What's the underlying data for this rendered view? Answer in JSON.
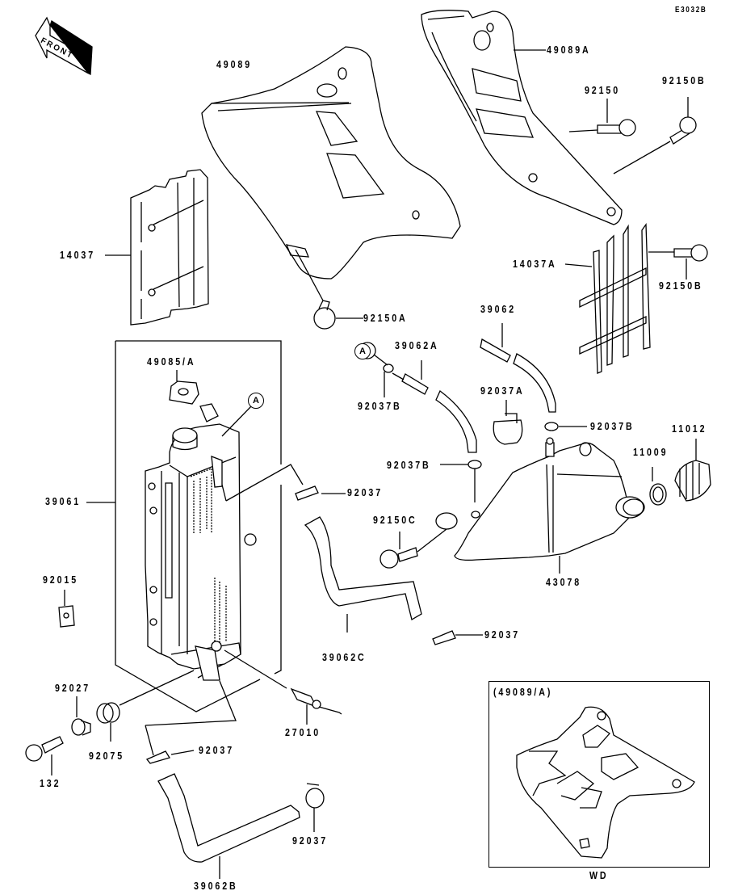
{
  "diagram": {
    "code": "E3032B",
    "direction_marker": "FRONT",
    "reference_marker": "A",
    "parts": [
      {
        "id": "p49089",
        "number": "49089",
        "name": "radiator shroud left"
      },
      {
        "id": "p49089A",
        "number": "49089A",
        "name": "radiator shroud right"
      },
      {
        "id": "p92150",
        "number": "92150",
        "name": "bolt"
      },
      {
        "id": "p92150B_top",
        "number": "92150B",
        "name": "bolt"
      },
      {
        "id": "p14037",
        "number": "14037",
        "name": "radiator guard left"
      },
      {
        "id": "p14037A",
        "number": "14037A",
        "name": "radiator guard right"
      },
      {
        "id": "p92150B_mid",
        "number": "92150B",
        "name": "bolt"
      },
      {
        "id": "p92150A",
        "number": "92150A",
        "name": "bolt"
      },
      {
        "id": "p39062",
        "number": "39062",
        "name": "hose"
      },
      {
        "id": "p39062A",
        "number": "39062A",
        "name": "hose"
      },
      {
        "id": "p92037B_a",
        "number": "92037B",
        "name": "clamp"
      },
      {
        "id": "p92037A",
        "number": "92037A",
        "name": "clamp"
      },
      {
        "id": "p92037B_b",
        "number": "92037B",
        "name": "clamp"
      },
      {
        "id": "p49085A",
        "number": "49085/A",
        "name": "radiator cap"
      },
      {
        "id": "p11012",
        "number": "11012",
        "name": "reservoir cap"
      },
      {
        "id": "p11009",
        "number": "11009",
        "name": "gasket"
      },
      {
        "id": "p92037B_c",
        "number": "92037B",
        "name": "clamp"
      },
      {
        "id": "p39061",
        "number": "39061",
        "name": "radiator"
      },
      {
        "id": "p92037_a",
        "number": "92037",
        "name": "clamp"
      },
      {
        "id": "p92150C",
        "number": "92150C",
        "name": "bolt"
      },
      {
        "id": "p43078",
        "number": "43078",
        "name": "reservoir tank"
      },
      {
        "id": "p92015",
        "number": "92015",
        "name": "nut"
      },
      {
        "id": "p92037_b",
        "number": "92037",
        "name": "clamp"
      },
      {
        "id": "p39062C",
        "number": "39062C",
        "name": "hose"
      },
      {
        "id": "p92027",
        "number": "92027",
        "name": "collar"
      },
      {
        "id": "p27010",
        "number": "27010",
        "name": "switch"
      },
      {
        "id": "p92075",
        "number": "92075",
        "name": "damper"
      },
      {
        "id": "p92037_c",
        "number": "92037",
        "name": "clamp"
      },
      {
        "id": "p132",
        "number": "132",
        "name": "bolt"
      },
      {
        "id": "p92037_d",
        "number": "92037",
        "name": "clamp"
      },
      {
        "id": "p39062B",
        "number": "39062B",
        "name": "hose"
      }
    ],
    "inset": {
      "title": "(49089/A)",
      "caption": "WD"
    }
  }
}
